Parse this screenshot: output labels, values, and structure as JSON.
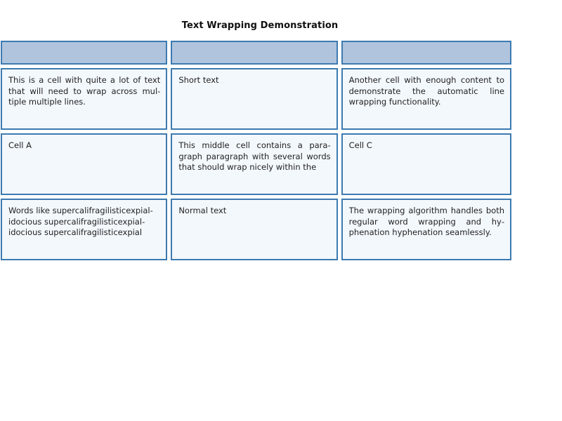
{
  "page": {
    "title": "Text Wrapping Demonstration",
    "background": "#ffffff"
  },
  "colors": {
    "header_fill": "#b0c4de",
    "cell_fill": "#f3f8fd",
    "border": "#3d7ab0",
    "text": "#1f1f1f",
    "title_text": "#101010"
  },
  "table": {
    "columns": [
      {
        "id": "col-1",
        "header": ""
      },
      {
        "id": "col-2",
        "header": ""
      },
      {
        "id": "col-3",
        "header": ""
      }
    ],
    "rows": [
      {
        "id": "row-1",
        "cells": [
          "This is a cell with quite a lot of text that will need to wrap across mul­tiple multiple lines.",
          "Short text",
          "Another cell with enough content to demonstrate the automatic line wrapping functionality."
        ]
      },
      {
        "id": "row-2",
        "cells": [
          "Cell A",
          "This middle cell contains a para­graph paragraph with several words that should wrap nicely within the",
          "Cell C"
        ]
      },
      {
        "id": "row-3",
        "cells": [
          "Words like supercalifragilisticexpial­idocious supercalifragilisticexpial­idocious supercalifragilisticexpial­",
          "Normal text",
          "The wrapping algorithm handles both regular word wrapping and hy­phenation hyphenation seamlessly."
        ]
      }
    ]
  }
}
